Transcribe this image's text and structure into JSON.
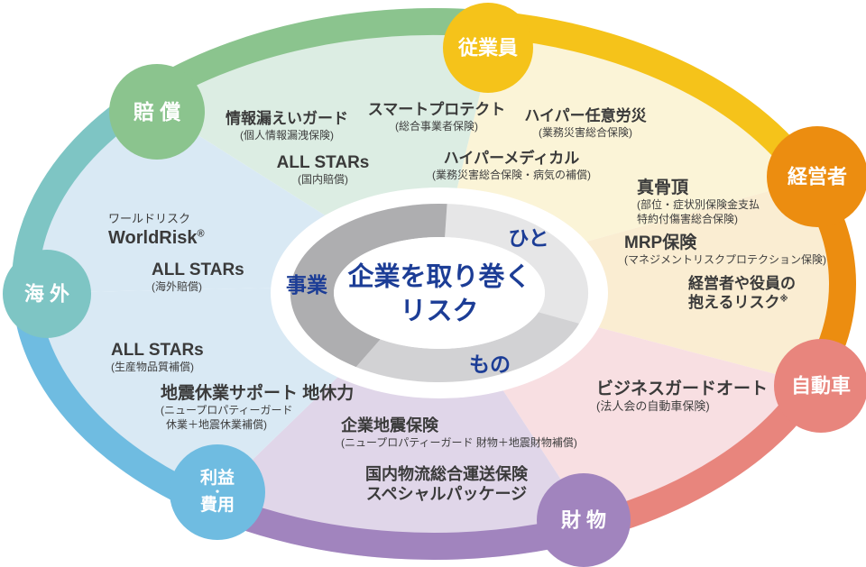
{
  "center": {
    "title_line1": "企業を取り巻く",
    "title_line2": "リスク",
    "title_color": "#1c3d96"
  },
  "ring": {
    "labels": {
      "hito": "ひと",
      "mono": "もの",
      "jigyou": "事業"
    },
    "colors": {
      "hito": "#e6e6e7",
      "mono": "#d2d2d4",
      "jigyou": "#aeaeb0"
    },
    "label_color": "#1c3d96"
  },
  "categories": [
    {
      "label": "賠 償",
      "color": "#8bc48e",
      "pale": "#dcede3"
    },
    {
      "label": "従業員",
      "color": "#f5c31a",
      "pale": "#fbf4d7"
    },
    {
      "label": "経営者",
      "color": "#ec8d10",
      "pale": "#faedd2"
    },
    {
      "label": "自動車",
      "color": "#e8857d",
      "pale": "#f8dfe2"
    },
    {
      "label": "財 物",
      "color": "#a184be",
      "pale": "#e0d6e9"
    },
    {
      "label": "利益・費用",
      "lines": [
        "利益",
        "・",
        "費用"
      ],
      "color": "#6fbce1",
      "pale": "#d9e9f4"
    },
    {
      "label": "海 外",
      "color": "#7ec5c4",
      "pale": "#d9e9f4"
    }
  ],
  "products": [
    {
      "name": "情報漏えいガード",
      "sub1": "(個人情報漏洩保険)"
    },
    {
      "name": "ALL STARs",
      "sub1": "(国内賠償)"
    },
    {
      "name": "スマートプロテクト",
      "sub1": "(総合事業者保険)"
    },
    {
      "name": "ハイパー任意労災",
      "sub1": "(業務災害総合保険)"
    },
    {
      "name": "ハイパーメディカル",
      "sub1": "(業務災害総合保険・病気の補償)"
    },
    {
      "name": "真骨頂",
      "sub1": "(部位・症状別保険金支払",
      "sub2": "特約付傷害総合保険)"
    },
    {
      "name": "MRP保険",
      "sub1": "(マネジメントリスクプロテクション保険)"
    },
    {
      "line1": "経営者や役員の",
      "line2": "抱えるリスク",
      "sup": "※"
    },
    {
      "small": "ワールドリスク",
      "name": "WorldRisk",
      "sup": "®"
    },
    {
      "name": "ALL STARs",
      "sub1": "(海外賠償)"
    },
    {
      "name": "ALL STARs",
      "sub1": "(生産物品質補償)"
    },
    {
      "name": "地震休業サポート 地休力",
      "sub1": "(ニュープロパティーガード",
      "sub2": "休業＋地震休業補償)"
    },
    {
      "name": "ビジネスガードオート",
      "sub1": "(法人会の自動車保険)"
    },
    {
      "name": "企業地震保険",
      "sub1": "(ニュープロパティーガード 財物＋地震財物補償)"
    },
    {
      "line1": "国内物流総合運送保険",
      "line2": "スペシャルパッケージ"
    }
  ]
}
